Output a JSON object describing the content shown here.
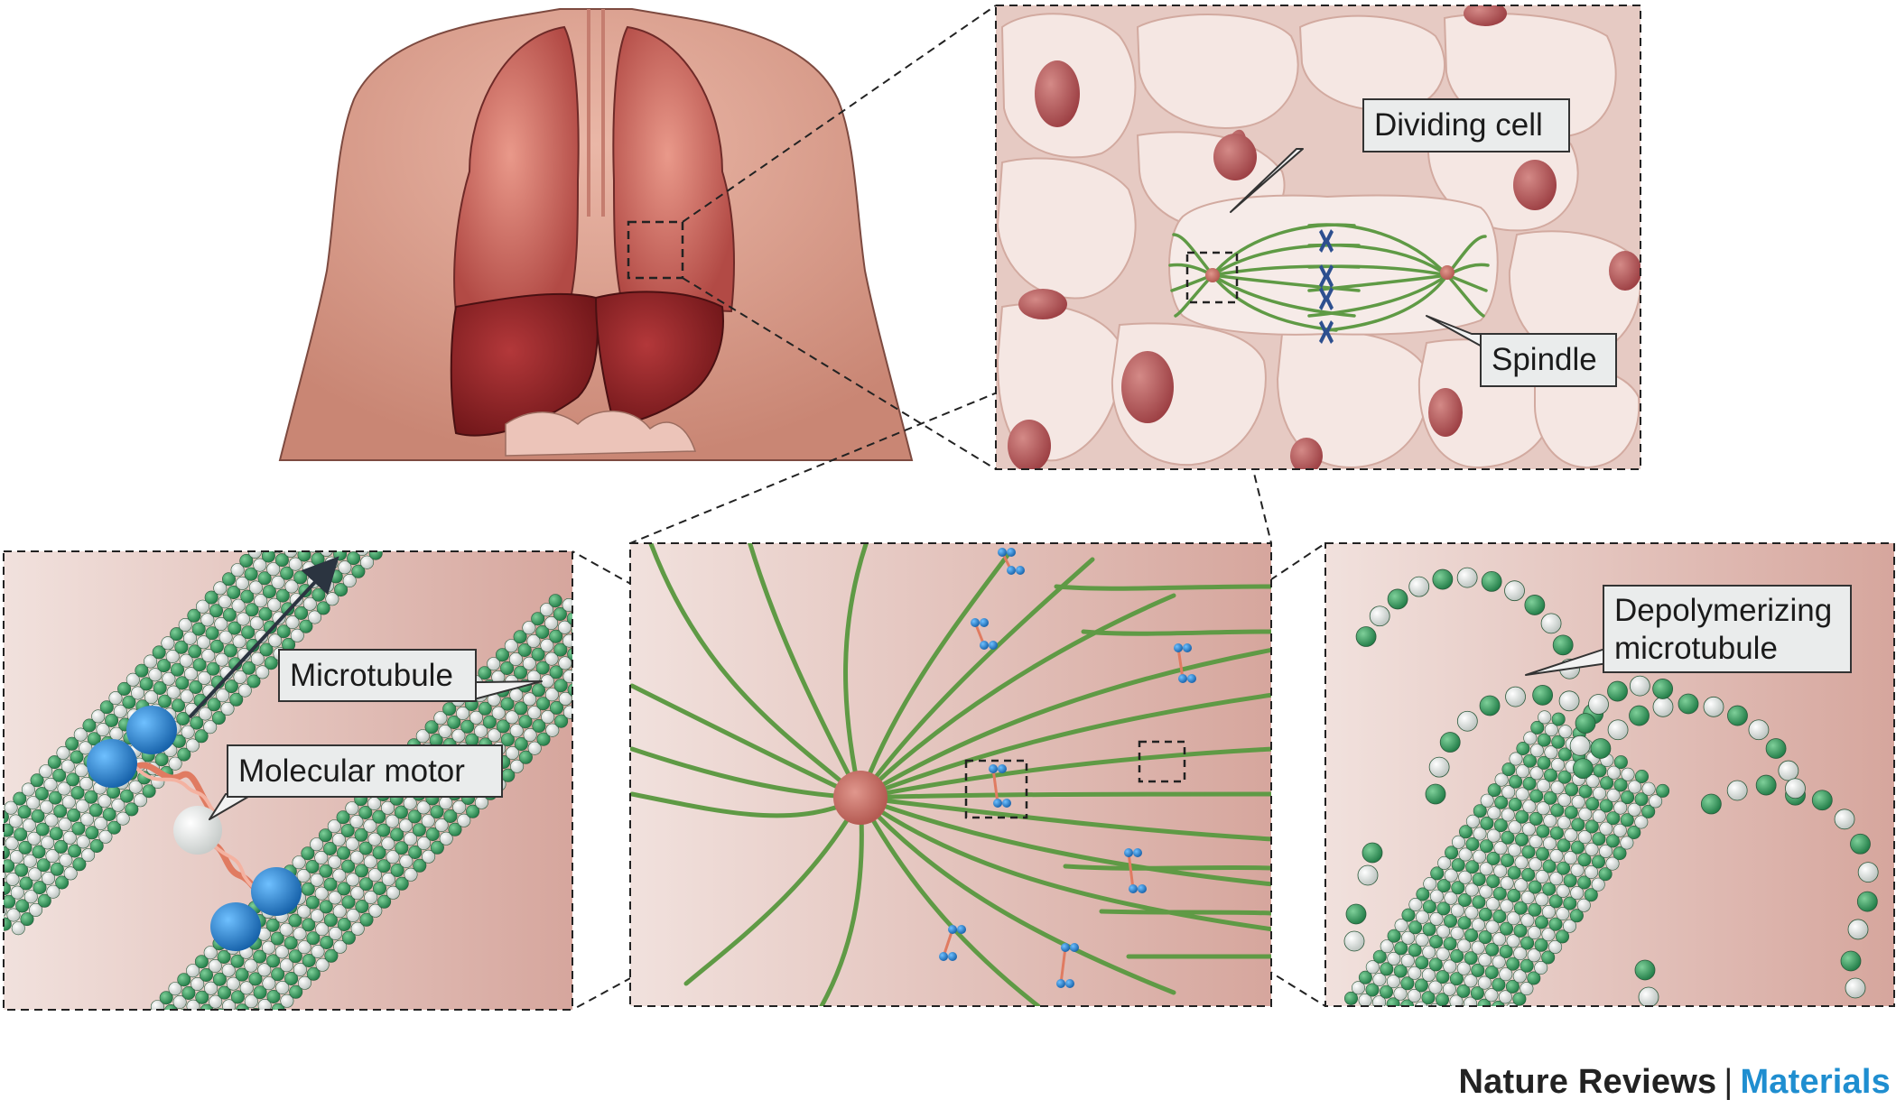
{
  "labels": {
    "dividing_cell": "Dividing cell",
    "spindle": "Spindle",
    "microtubule": "Microtubule",
    "molecular_motor": "Molecular motor",
    "depolymerizing_line1": "Depolymerizing",
    "depolymerizing_line2": "microtubule"
  },
  "footer": {
    "publisher": "Nature Reviews",
    "separator": "|",
    "journal": "Materials"
  },
  "colors": {
    "panel_bg": "#e9c9c2",
    "cell_fill": "#f3e3df",
    "nucleus": "#b9575a",
    "microtubule_green": "#5f9a45",
    "tubulin_green": "#3a9a5e",
    "tubulin_white": "#f4f6f5",
    "motor_blue": "#2b8ad4",
    "centrosome": "#c77068",
    "chromosome_blue": "#2d4f8f",
    "brand_blue": "#1f8ed0"
  }
}
